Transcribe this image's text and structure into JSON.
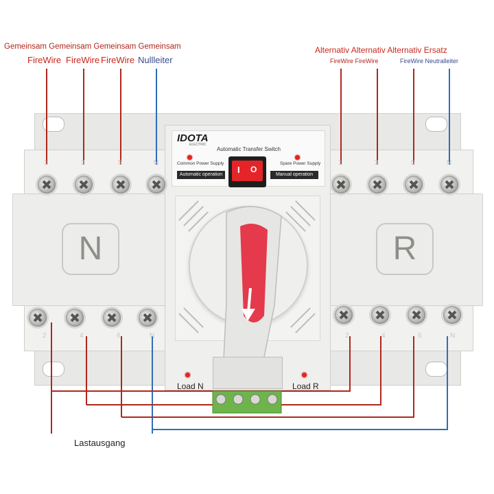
{
  "labels": {
    "left_top": "Gemeinsam Gemeinsam Gemeinsam Gemeinsam",
    "left_fw1": "FireWire",
    "left_fw2": "FireWire",
    "left_fw3": "FireWire",
    "left_null": "Nullleiter",
    "right_top": "Alternativ Alternativ Alternativ Ersatz",
    "right_sub1": "FireWire FireWire",
    "right_sub2": "FireWire Neutralleiter",
    "lastausgang": "Lastausgang"
  },
  "panel": {
    "brand": "IDOTA",
    "brand_sub": "ELECTRIC",
    "title": "Automatic Transfer Switch",
    "common_supply": "Common Power Supply",
    "spare_supply": "Spare Power Supply",
    "auto_op": "Automatic operation",
    "manual_op": "Manual operation",
    "switch_off": "I",
    "switch_on": "O"
  },
  "modules": {
    "left_letter": "N",
    "right_letter": "R"
  },
  "terminals": {
    "left_top_nums": [
      "1",
      "3",
      "5",
      "N"
    ],
    "left_bottom_nums": [
      "2",
      "4",
      "6",
      "N"
    ],
    "right_top_nums": [
      "1",
      "3",
      "5",
      "N"
    ],
    "right_bottom_nums": [
      "2",
      "4",
      "6",
      "N"
    ]
  },
  "indicators": {
    "load_n": "Load  N",
    "load_r": "Load  R"
  },
  "colors": {
    "live_wire": "#b0261c",
    "neutral_wire": "#2f6db5",
    "handle_red": "#e43a4b",
    "terminal_green": "#6db54a"
  }
}
